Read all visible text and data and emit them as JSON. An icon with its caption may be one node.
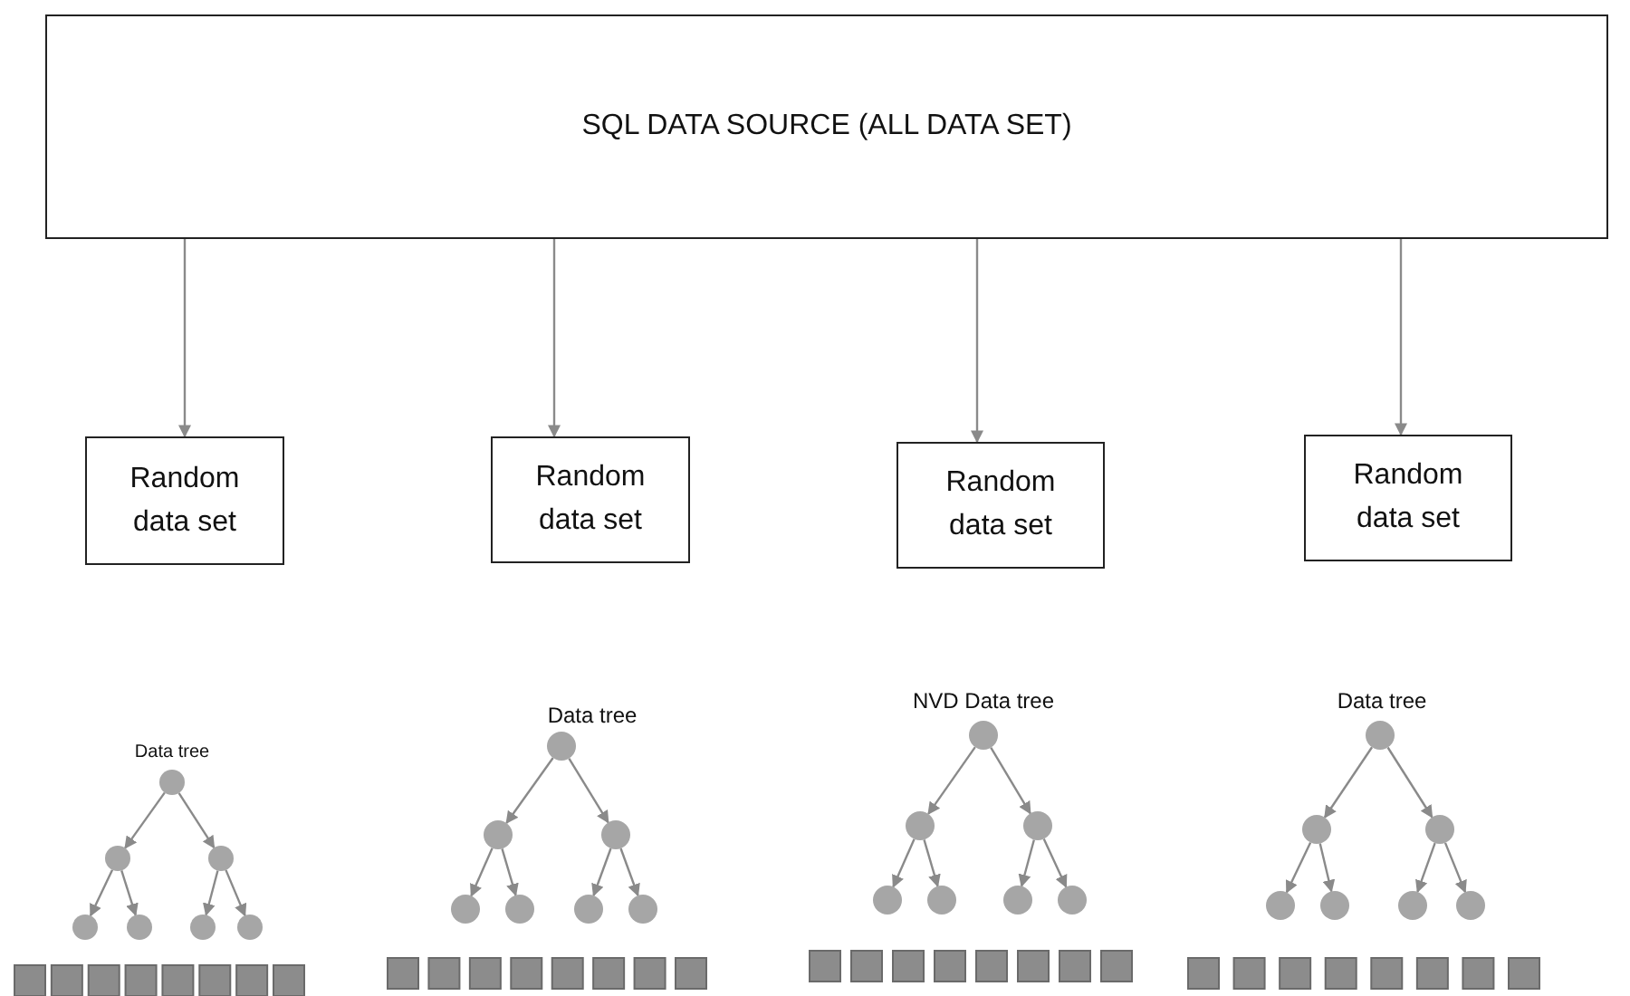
{
  "diagram": {
    "nodes": [
      {
        "text": [
          "SQL DATA SOURCE (ALL DATA SET)"
        ]
      },
      {
        "text": [
          "Random data set"
        ]
      },
      {
        "text": [
          "Random data set"
        ]
      },
      {
        "text": [
          "Random data set"
        ]
      },
      {
        "text": [
          "Random data set"
        ]
      },
      {
        "text": [],
        "shape": "circle"
      },
      {
        "text": [],
        "shape": "circle"
      },
      {
        "text": [],
        "shape": "circle"
      },
      {
        "text": [],
        "shape": "circle"
      },
      {
        "text": [],
        "shape": "circle"
      },
      {
        "text": [],
        "shape": "circle"
      },
      {
        "text": [],
        "shape": "circle"
      },
      {
        "text": [],
        "shape": "circle"
      },
      {
        "text": [],
        "shape": "circle"
      },
      {
        "text": [],
        "shape": "circle"
      },
      {
        "text": [],
        "shape": "circle"
      },
      {
        "text": [],
        "shape": "circle"
      },
      {
        "text": [],
        "shape": "circle"
      },
      {
        "text": [],
        "shape": "circle"
      },
      {
        "text": [],
        "shape": "circle"
      },
      {
        "text": [],
        "shape": "circle"
      },
      {
        "text": [],
        "shape": "circle"
      },
      {
        "text": [],
        "shape": "circle"
      },
      {
        "text": [],
        "shape": "circle"
      },
      {
        "text": [],
        "shape": "circle"
      },
      {
        "text": [],
        "shape": "circle"
      },
      {
        "text": [],
        "shape": "circle"
      },
      {
        "text": [],
        "shape": "circle"
      },
      {
        "text": [],
        "shape": "circle"
      },
      {
        "text": [],
        "shape": "circle"
      },
      {
        "text": [],
        "shape": "circle"
      },
      {
        "text": [],
        "shape": "circle"
      },
      {
        "text": [],
        "shape": "circle"
      }
    ],
    "edges": [
      {
        "from": 0,
        "to": 1,
        "arrow": "to"
      },
      {
        "from": 0,
        "to": 2,
        "arrow": "to"
      },
      {
        "from": 0,
        "to": 3,
        "arrow": "to"
      },
      {
        "from": 0,
        "to": 4,
        "arrow": "to"
      },
      {
        "from": 5,
        "to": 6,
        "arrow": "to"
      },
      {
        "from": 5,
        "to": 7,
        "arrow": "to"
      },
      {
        "from": 6,
        "to": 8,
        "arrow": "to"
      },
      {
        "from": 6,
        "to": 9,
        "arrow": "to"
      },
      {
        "from": 7,
        "to": 10,
        "arrow": "to"
      },
      {
        "from": 7,
        "to": 11,
        "arrow": "to"
      },
      {
        "from": 12,
        "to": 13,
        "arrow": "to"
      },
      {
        "from": 12,
        "to": 14,
        "arrow": "to"
      },
      {
        "from": 13,
        "to": 15,
        "arrow": "to"
      },
      {
        "from": 13,
        "to": 16,
        "arrow": "to"
      },
      {
        "from": 14,
        "to": 17,
        "arrow": "to"
      },
      {
        "from": 14,
        "to": 18,
        "arrow": "to"
      },
      {
        "from": 19,
        "to": 20,
        "arrow": "to"
      },
      {
        "from": 19,
        "to": 21,
        "arrow": "to"
      },
      {
        "from": 20,
        "to": 22,
        "arrow": "to"
      },
      {
        "from": 20,
        "to": 23,
        "arrow": "to"
      },
      {
        "from": 21,
        "to": 24,
        "arrow": "to"
      },
      {
        "from": 21,
        "to": 25,
        "arrow": "to"
      },
      {
        "from": 26,
        "to": 27,
        "arrow": "to"
      },
      {
        "from": 26,
        "to": 28,
        "arrow": "to"
      },
      {
        "from": 27,
        "to": 29,
        "arrow": "to"
      },
      {
        "from": 27,
        "to": 30,
        "arrow": "to"
      },
      {
        "from": 28,
        "to": 31,
        "arrow": "to"
      },
      {
        "from": 28,
        "to": 32,
        "arrow": "to"
      }
    ],
    "labels": [
      "Data tree",
      "Data tree",
      "NVD Data tree",
      "Data tree"
    ]
  }
}
